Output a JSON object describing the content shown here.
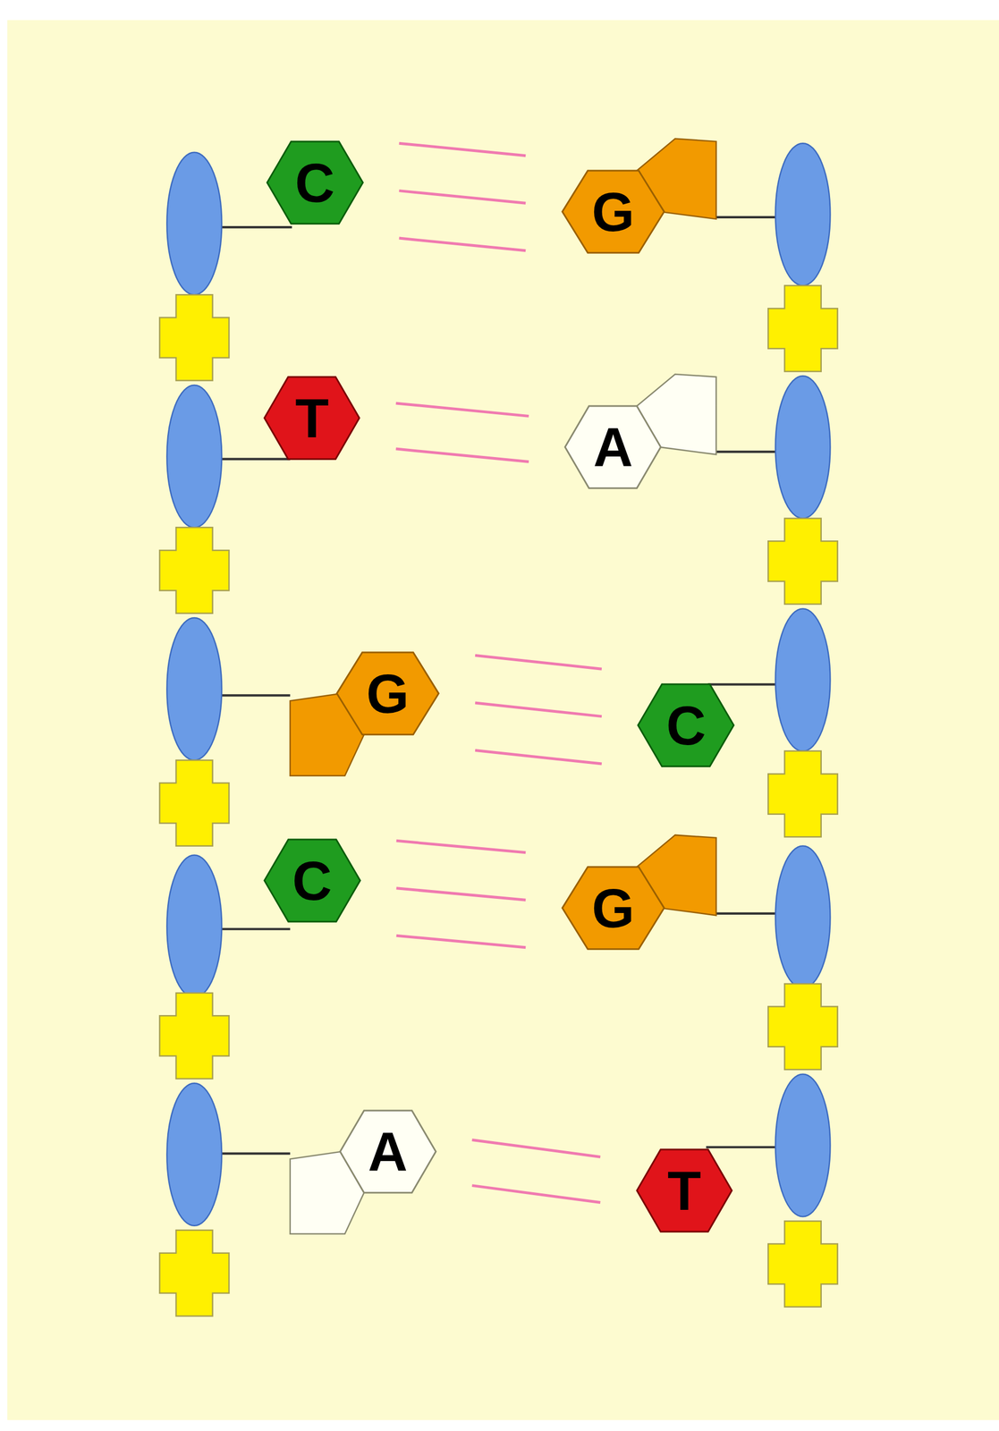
{
  "diagram": {
    "nodes": [
      {
        "text": [
          "C"
        ]
      },
      {
        "text": [
          "G"
        ]
      },
      {
        "text": [
          "T"
        ]
      },
      {
        "text": [
          "A"
        ]
      },
      {
        "text": [
          "G"
        ]
      },
      {
        "text": [
          "C"
        ]
      },
      {
        "text": [
          "C"
        ]
      },
      {
        "text": [
          "G"
        ]
      },
      {
        "text": [
          "A"
        ]
      },
      {
        "text": [
          "T"
        ]
      }
    ],
    "edges": [
      {
        "from": 0,
        "to": 1,
        "arrow": "none"
      },
      {
        "from": 2,
        "to": 3,
        "arrow": "none"
      },
      {
        "from": 4,
        "to": 5,
        "arrow": "none"
      },
      {
        "from": 6,
        "to": 7,
        "arrow": "none"
      },
      {
        "from": 8,
        "to": 9,
        "arrow": "none"
      }
    ]
  }
}
